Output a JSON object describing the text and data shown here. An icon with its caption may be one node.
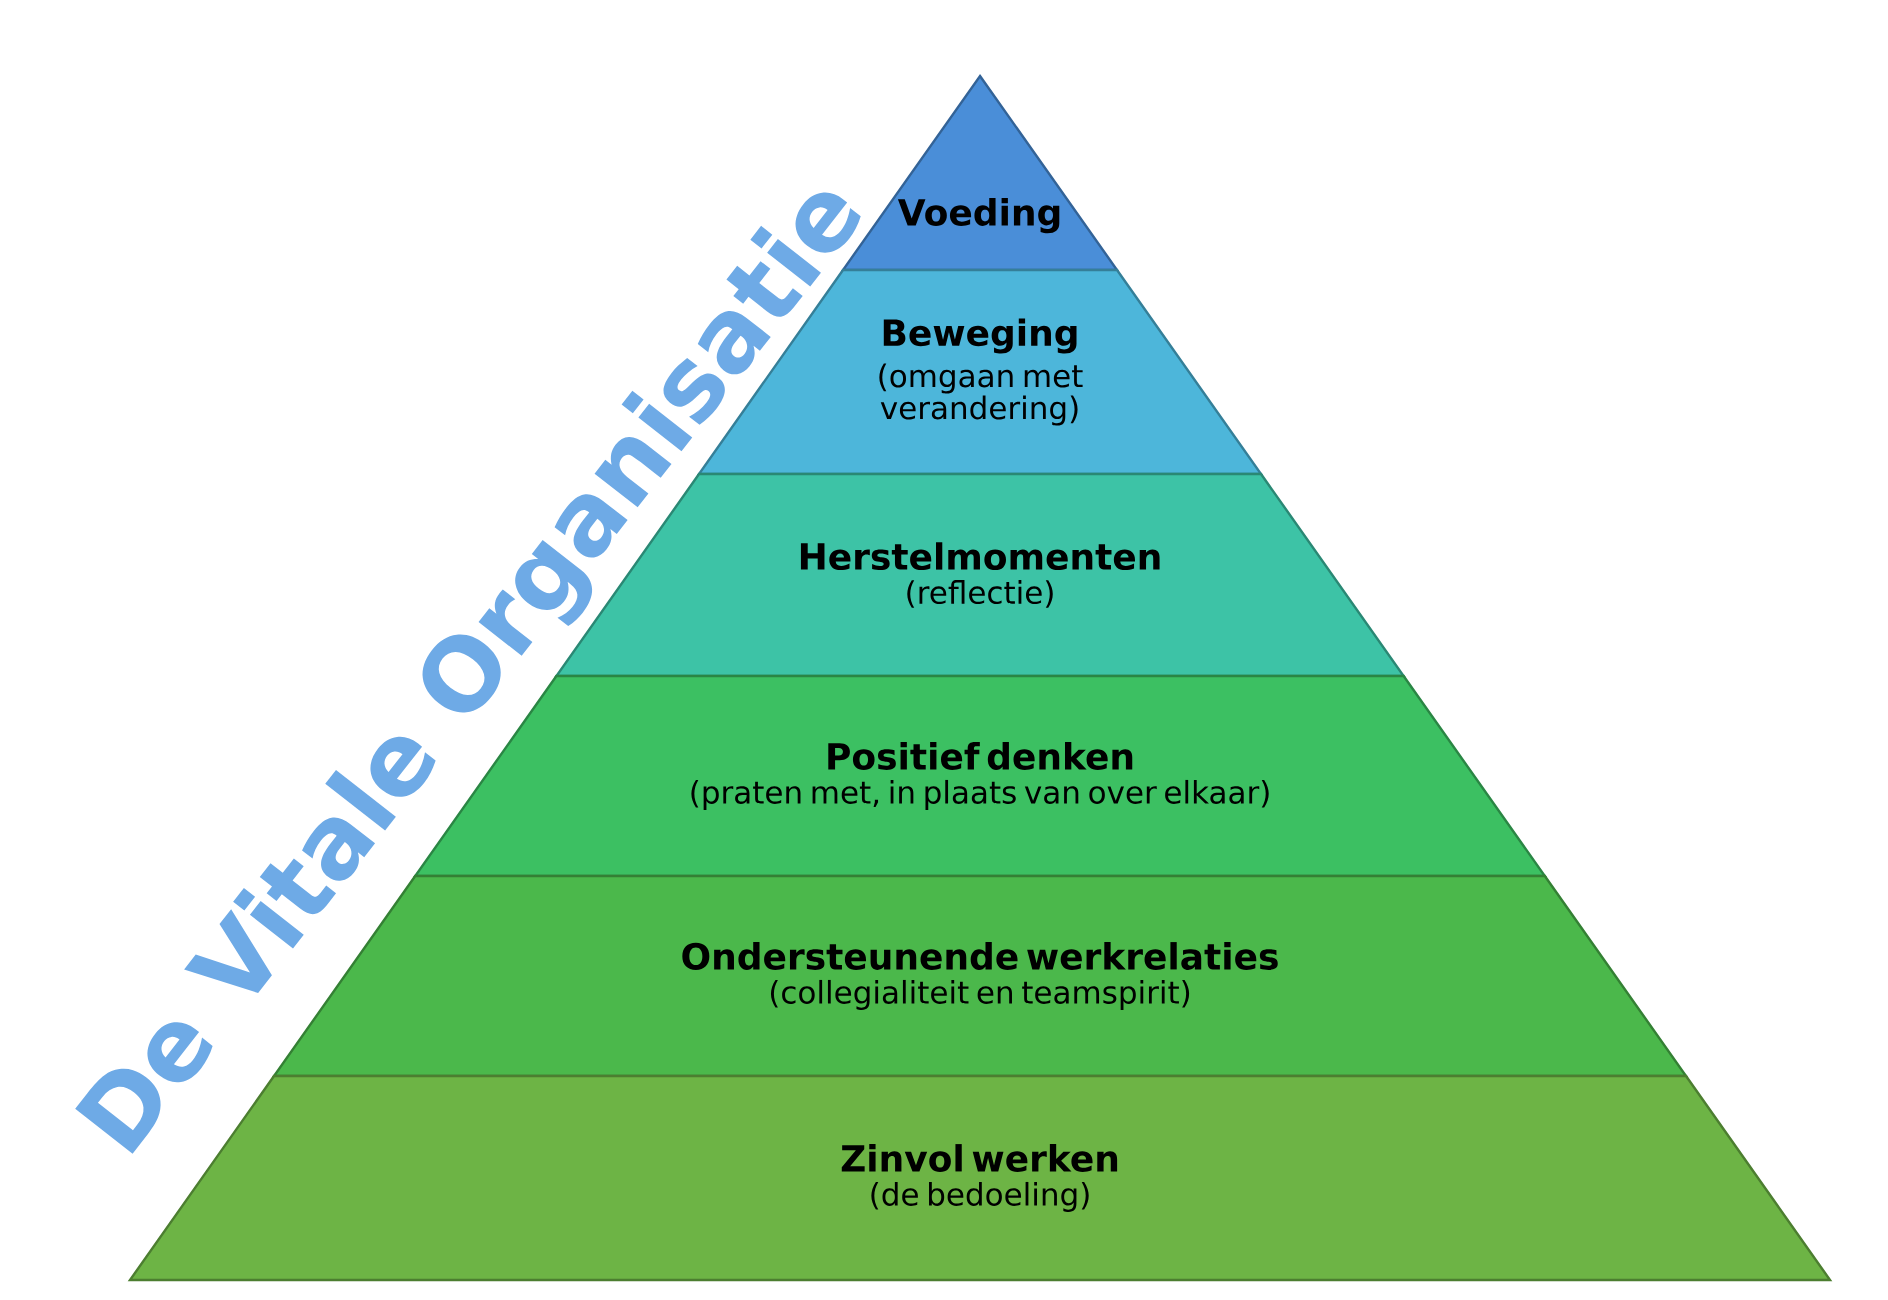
{
  "diagram": {
    "title": "De Vitale Organisatie",
    "nodes": [
      {
        "text": [
          "Voeding"
        ]
      },
      {
        "text": [
          "Beweging",
          "(omgaan met verandering)"
        ]
      },
      {
        "text": [
          "Herstelmomenten",
          "(reflectie)"
        ]
      },
      {
        "text": [
          "Positief denken",
          "(praten met, in plaats van over elkaar)"
        ]
      },
      {
        "text": [
          "Ondersteunende werkrelaties",
          "(collegialiteit en teamspirit)"
        ]
      },
      {
        "text": [
          "Zinvol werken",
          "(de bedoeling)"
        ]
      }
    ]
  }
}
